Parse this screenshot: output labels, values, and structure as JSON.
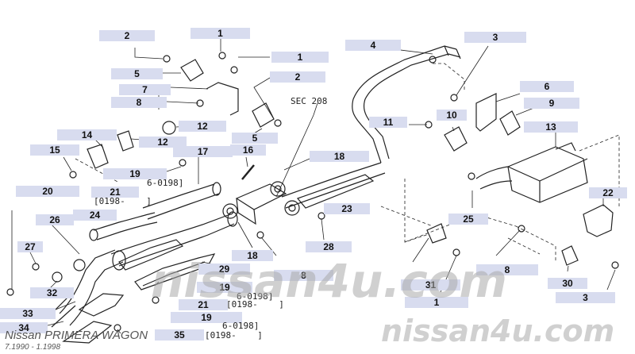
{
  "callouts": [
    "2",
    "1",
    "1",
    "5",
    "2",
    "7",
    "8",
    "12",
    "14",
    "12",
    "15",
    "17",
    "16",
    "19",
    "20",
    "21",
    "24",
    "26",
    "27",
    "32",
    "33",
    "34",
    "4",
    "3",
    "6",
    "9",
    "11",
    "10",
    "13",
    "18",
    "23",
    "28",
    "25",
    "22",
    "31",
    "8",
    "1",
    "30",
    "3",
    "29",
    "18",
    "19",
    "21",
    "19",
    "35",
    "8",
    "5"
  ],
  "texts": {
    "sec": "SEC 208",
    "d6_a": "6-0198]",
    "d21_a": "[0198-    ]",
    "d6_b": "6-0198]",
    "d21_b": "[0198-    ]",
    "d6_c": "6-0198]",
    "d21_c": "[0198-    ]"
  },
  "footer": {
    "model": "Nissan PRIMERA WAGON",
    "years": "7.1990 - 1.1998"
  },
  "watermarks": {
    "center": "nissan4u.com",
    "corner": "nissan4u.com"
  },
  "colors": {
    "label_bg": "#d8dcef",
    "line": "#222222",
    "watermark": "#aaaaaa"
  }
}
